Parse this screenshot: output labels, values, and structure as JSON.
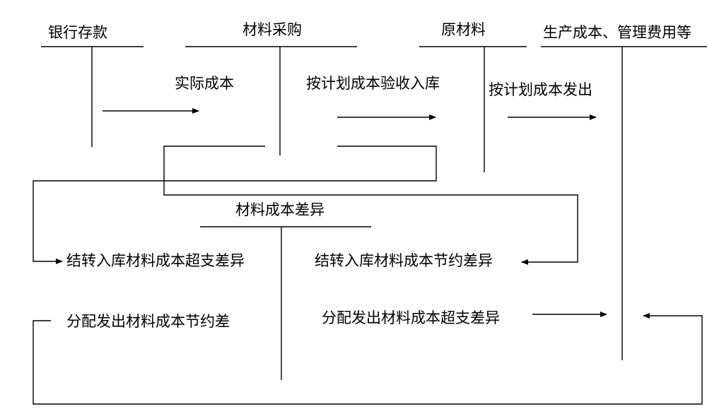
{
  "accounts": {
    "bank_deposit": "银行存款",
    "material_purchase": "材料采购",
    "raw_materials": "原材料",
    "production_cost": "生产成本、管理费用等",
    "material_cost_variance": "材料成本差异"
  },
  "flows": {
    "actual_cost": "实际成本",
    "planned_cost_receipt": "按计划成本验收入库",
    "planned_cost_issue": "按计划成本发出",
    "transfer_overrun": "结转入库材料成本超支差异",
    "transfer_saving": "结转入库材料成本节约差异",
    "allocate_saving": "分配发出材料成本节约差",
    "allocate_overrun": "分配发出材料成本超支差异"
  },
  "colors": {
    "line": "#000000",
    "text": "#000000",
    "background": "#ffffff"
  }
}
